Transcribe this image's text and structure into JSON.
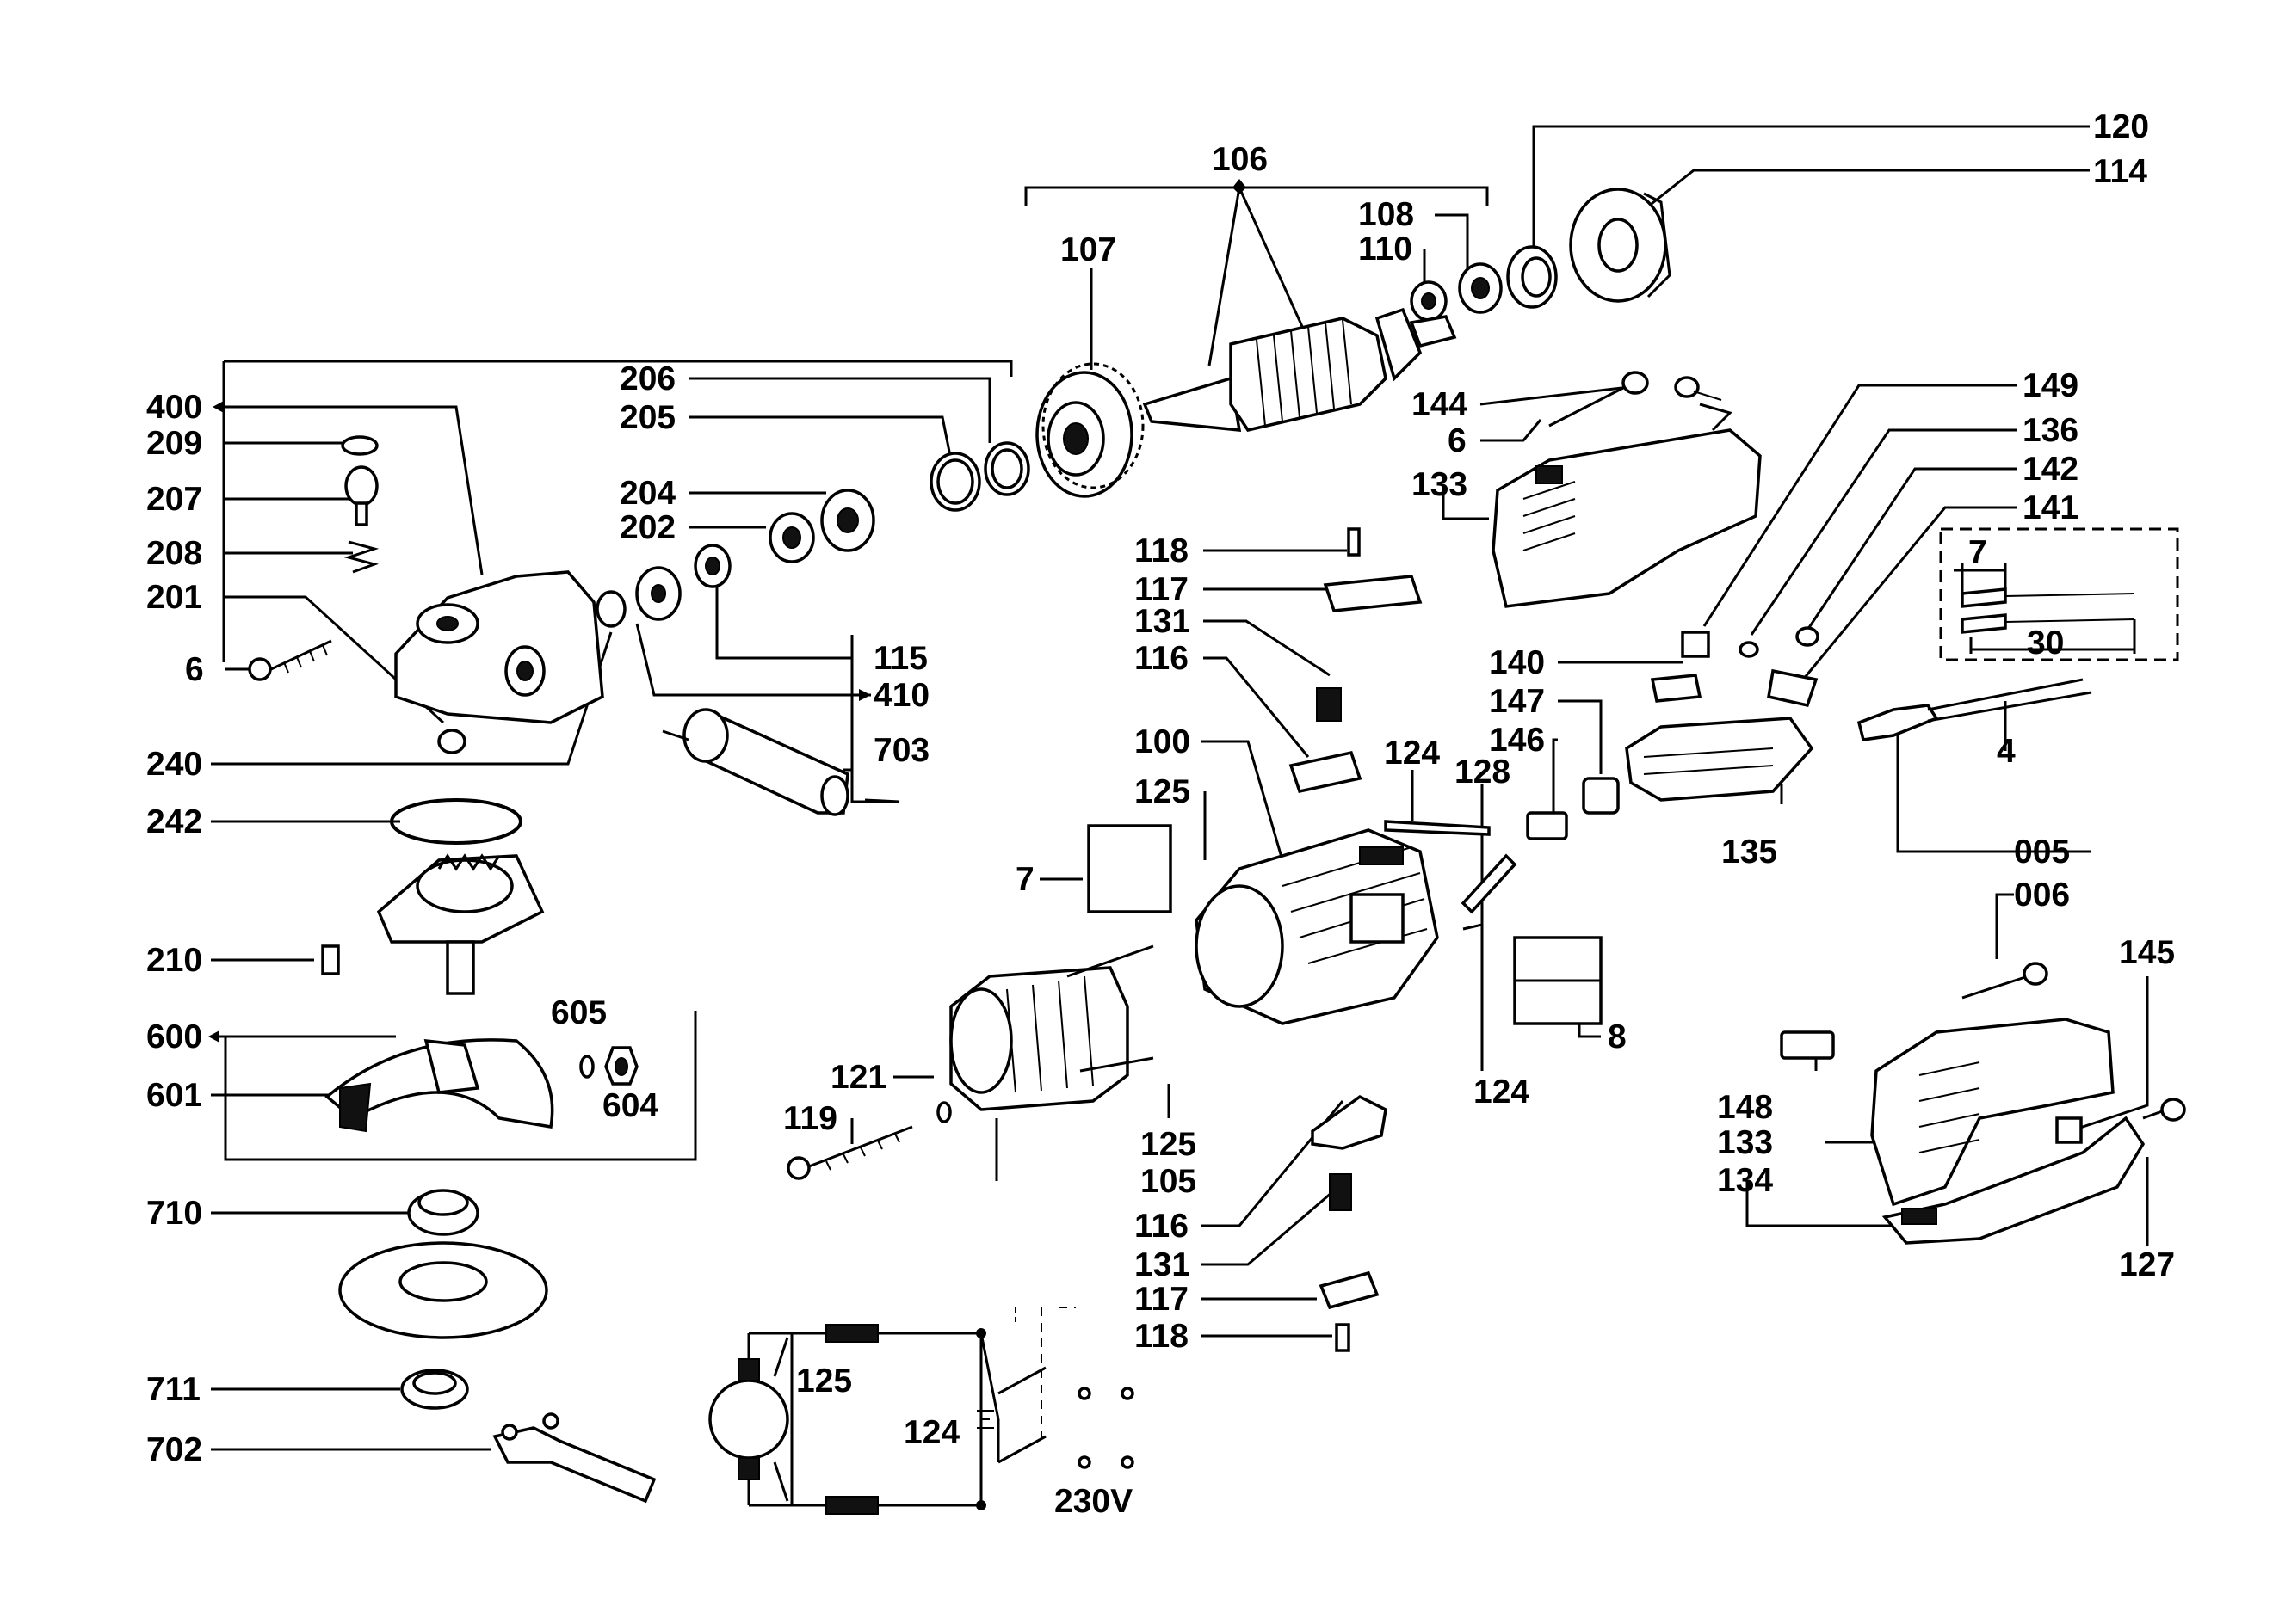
{
  "diagram": {
    "labels": {
      "l120": "120",
      "l114": "114",
      "l106": "106",
      "l108": "108",
      "l110": "110",
      "l107": "107",
      "l206": "206",
      "l205": "205",
      "l400": "400",
      "l209": "209",
      "l207": "207",
      "l208": "208",
      "l201": "201",
      "l6a": "6",
      "l240": "240",
      "l242": "242",
      "l210": "210",
      "l600": "600",
      "l601": "601",
      "l605": "605",
      "l604": "604",
      "l710": "710",
      "l711": "711",
      "l702": "702",
      "l204": "204",
      "l202": "202",
      "l115": "115",
      "l410": "410",
      "l703": "703",
      "l144": "144",
      "l6b": "6",
      "l133a": "133",
      "l149": "149",
      "l136": "136",
      "l142": "142",
      "l141": "141",
      "l7a": "7",
      "l30": "30",
      "l4": "4",
      "l005": "005",
      "l006": "006",
      "l118a": "118",
      "l117a": "117",
      "l131a": "131",
      "l116a": "116",
      "l140": "140",
      "l147": "147",
      "l146": "146",
      "l124a": "124",
      "l128": "128",
      "l100": "100",
      "l125a": "125",
      "l7b": "7",
      "l135": "135",
      "l8": "8",
      "l124b": "124",
      "l121": "121",
      "l119": "119",
      "l125b": "125",
      "l105": "105",
      "l116b": "116",
      "l131b": "131",
      "l117b": "117",
      "l118b": "118",
      "l145": "145",
      "l148": "148",
      "l133b": "133",
      "l134": "134",
      "l127": "127",
      "l125c": "125",
      "l124c": "124",
      "l230v": "230V"
    }
  }
}
